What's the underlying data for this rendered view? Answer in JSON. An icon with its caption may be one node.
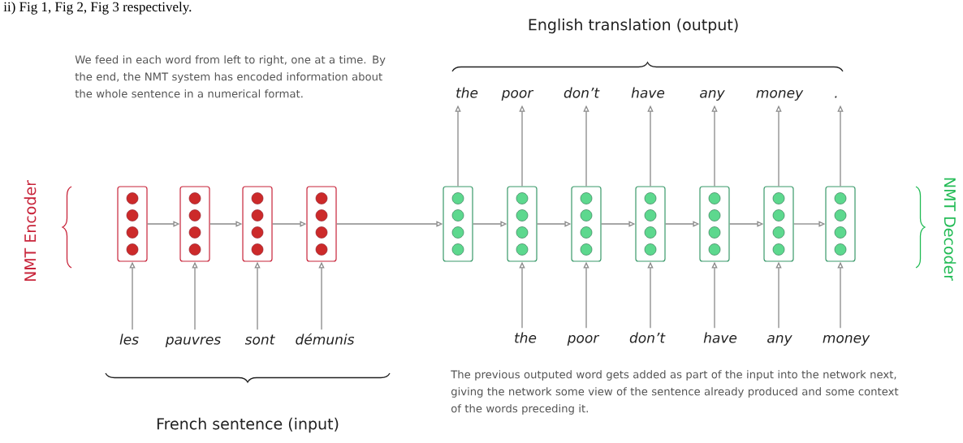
{
  "diagram": {
    "nodes": [
      {
        "text": [],
        "shape": "box"
      },
      {
        "text": [],
        "shape": "box"
      },
      {
        "text": [],
        "shape": "box"
      },
      {
        "text": [],
        "shape": "box"
      },
      {
        "text": [],
        "shape": "box"
      },
      {
        "text": [],
        "shape": "box"
      },
      {
        "text": [],
        "shape": "box"
      },
      {
        "text": [],
        "shape": "box"
      },
      {
        "text": [],
        "shape": "box"
      },
      {
        "text": [],
        "shape": "box"
      },
      {
        "text": [],
        "shape": "box"
      },
      {
        "text": [
          "les"
        ]
      },
      {
        "text": [
          "pauvres"
        ]
      },
      {
        "text": [
          "sont"
        ]
      },
      {
        "text": [
          "démunis"
        ]
      },
      {
        "text": [
          "the"
        ]
      },
      {
        "text": [
          "poor"
        ]
      },
      {
        "text": [
          "don’t"
        ]
      },
      {
        "text": [
          "have"
        ]
      },
      {
        "text": [
          "any"
        ]
      },
      {
        "text": [
          "money"
        ]
      },
      {
        "text": [
          "the"
        ]
      },
      {
        "text": [
          "poor"
        ]
      },
      {
        "text": [
          "don’t"
        ]
      },
      {
        "text": [
          "have"
        ]
      },
      {
        "text": [
          "any"
        ]
      },
      {
        "text": [
          "money"
        ]
      },
      {
        "text": [
          "."
        ]
      }
    ],
    "edges": [
      {
        "from": 11,
        "to": 0,
        "arrow": "to"
      },
      {
        "from": 12,
        "to": 1,
        "arrow": "to"
      },
      {
        "from": 13,
        "to": 2,
        "arrow": "to"
      },
      {
        "from": 14,
        "to": 3,
        "arrow": "to"
      },
      {
        "from": 0,
        "to": 1,
        "arrow": "to"
      },
      {
        "from": 1,
        "to": 2,
        "arrow": "to"
      },
      {
        "from": 2,
        "to": 3,
        "arrow": "to"
      },
      {
        "from": 3,
        "to": 4,
        "arrow": "to"
      },
      {
        "from": 4,
        "to": 5,
        "arrow": "to"
      },
      {
        "from": 5,
        "to": 6,
        "arrow": "to"
      },
      {
        "from": 6,
        "to": 7,
        "arrow": "to"
      },
      {
        "from": 7,
        "to": 8,
        "arrow": "to"
      },
      {
        "from": 8,
        "to": 9,
        "arrow": "to"
      },
      {
        "from": 9,
        "to": 10,
        "arrow": "to"
      },
      {
        "from": 15,
        "to": 5,
        "arrow": "to"
      },
      {
        "from": 16,
        "to": 6,
        "arrow": "to"
      },
      {
        "from": 17,
        "to": 7,
        "arrow": "to"
      },
      {
        "from": 18,
        "to": 8,
        "arrow": "to"
      },
      {
        "from": 19,
        "to": 9,
        "arrow": "to"
      },
      {
        "from": 20,
        "to": 10,
        "arrow": "to"
      },
      {
        "from": 4,
        "to": 21,
        "arrow": "to"
      },
      {
        "from": 5,
        "to": 22,
        "arrow": "to"
      },
      {
        "from": 6,
        "to": 23,
        "arrow": "to"
      },
      {
        "from": 7,
        "to": 24,
        "arrow": "to"
      },
      {
        "from": 8,
        "to": 25,
        "arrow": "to"
      },
      {
        "from": 9,
        "to": 26,
        "arrow": "to"
      },
      {
        "from": 10,
        "to": 27,
        "arrow": "to"
      }
    ],
    "labels": [
      "ii) Fig 1, Fig 2, Fig 3 respectively.",
      "English translation (output)",
      "We feed in each word from left to right, one at a time. By the end, the NMT system has encoded information about the whole sentence in a numerical format.",
      "NMT Encoder",
      "NMT Decoder",
      "French sentence (input)",
      "The previous outputed word gets added as part of the input into the network next, giving the network some view of the sentence already produced and some context of the words preceding it."
    ]
  }
}
